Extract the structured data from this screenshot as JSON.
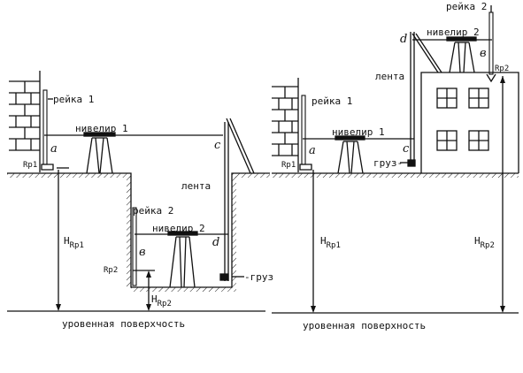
{
  "left": {
    "staff1": "рейка 1",
    "level1": "нивелир 1",
    "tape": "лента",
    "staff2": "рейка 2",
    "level2": "нивелир 2",
    "weight": "груз",
    "a": "a",
    "c": "c",
    "b": "в",
    "d": "d",
    "rp1": "Rp1",
    "rp2": "Rp2",
    "h_rp1": "H",
    "h_rp1_sub": "Rp1",
    "h_rp2": "H",
    "h_rp2_sub": "Rp2",
    "surface": "уровенная поверхчость"
  },
  "right": {
    "staff2": "рейка 2",
    "level2": "нивелир 2",
    "tape": "лента",
    "staff1": "рейка 1",
    "level1": "нивелир 1",
    "weight": "груз",
    "a": "a",
    "c": "c",
    "b": "в",
    "d": "d",
    "rp1": "Rp1",
    "rp2": "Rp2",
    "h_rp1": "H",
    "h_rp1_sub": "Rp1",
    "h_rp2": "H",
    "h_rp2_sub": "Rp2",
    "surface": "уровенная поверхность"
  }
}
